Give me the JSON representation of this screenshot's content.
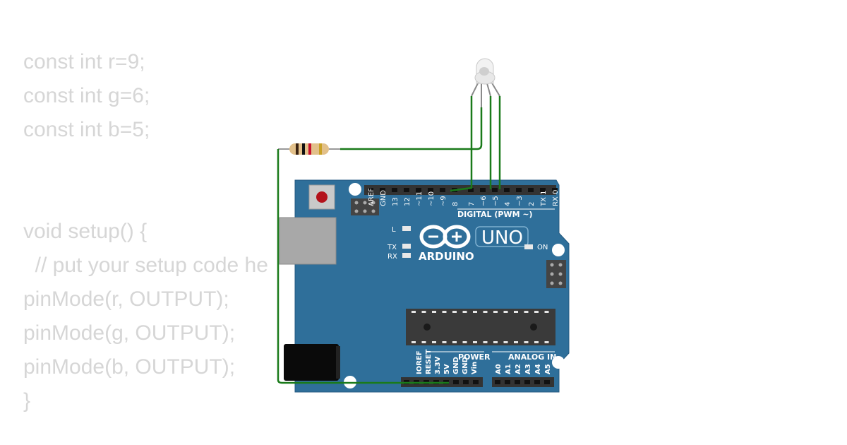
{
  "code": {
    "lines": [
      "const int r=9;",
      "const int g=6;",
      "const int b=5;",
      "",
      "",
      "void setup() {",
      "  // put your setup code he",
      "pinMode(r, OUTPUT);",
      "pinMode(g, OUTPUT);",
      "pinMode(b, OUTPUT);",
      "}"
    ]
  },
  "board": {
    "brand": "ARDUINO",
    "model": "UNO",
    "digital_header": "DIGITAL (PWM ~)",
    "power_header": "POWER",
    "analog_header": "ANALOG IN",
    "on_label": "ON",
    "l_label": "L",
    "tx_label": "TX",
    "rx_label": "RX",
    "digital_pins": [
      "AREF",
      "GND",
      "13",
      "12",
      "~11",
      "~10",
      "~9",
      "8",
      "7",
      "~6",
      "~5",
      "4",
      "~3",
      "2",
      "TX 1",
      "RX 0"
    ],
    "power_pins": [
      "IOREF",
      "RESET",
      "3.3V",
      "5V",
      "GND",
      "GND",
      "Vin"
    ],
    "analog_pins": [
      "A0",
      "A1",
      "A2",
      "A3",
      "A4",
      "A5"
    ]
  },
  "colors": {
    "board": "#2f6f9a",
    "wire": "#1a7a1a",
    "code_text": "#d6d6d6"
  }
}
